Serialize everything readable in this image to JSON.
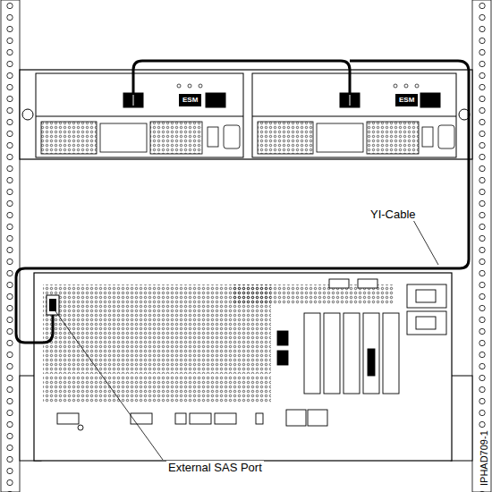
{
  "diagram": {
    "nodes": [
      {
        "text": [
          "ESM"
        ]
      },
      {
        "text": [
          "ESM"
        ]
      }
    ],
    "labels": [
      "YI-Cable",
      "External SAS Port",
      "IPHAD709-1"
    ]
  }
}
